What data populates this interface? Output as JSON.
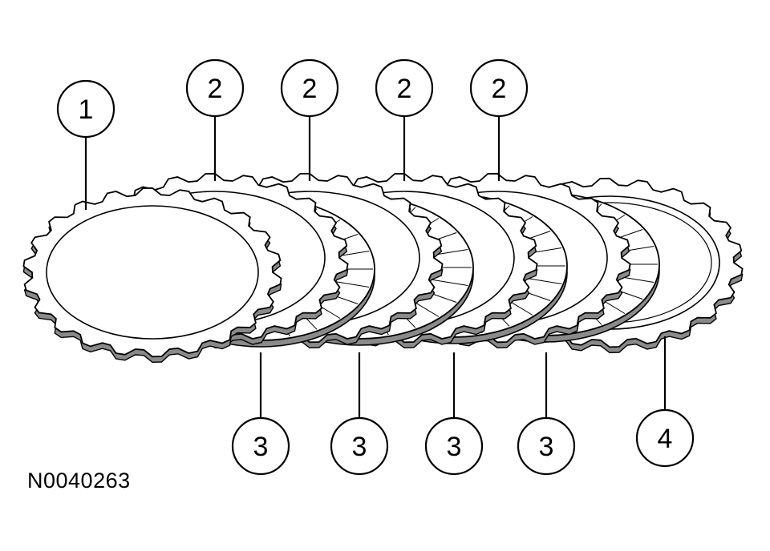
{
  "figure_id": "N0040263",
  "callouts": {
    "c1": "1",
    "c2a": "2",
    "c2b": "2",
    "c2c": "2",
    "c2d": "2",
    "c3a": "3",
    "c3b": "3",
    "c3c": "3",
    "c3d": "3",
    "c4": "4"
  },
  "colors": {
    "line": "#000000",
    "background": "#ffffff",
    "shade": "#8a8a8a"
  }
}
